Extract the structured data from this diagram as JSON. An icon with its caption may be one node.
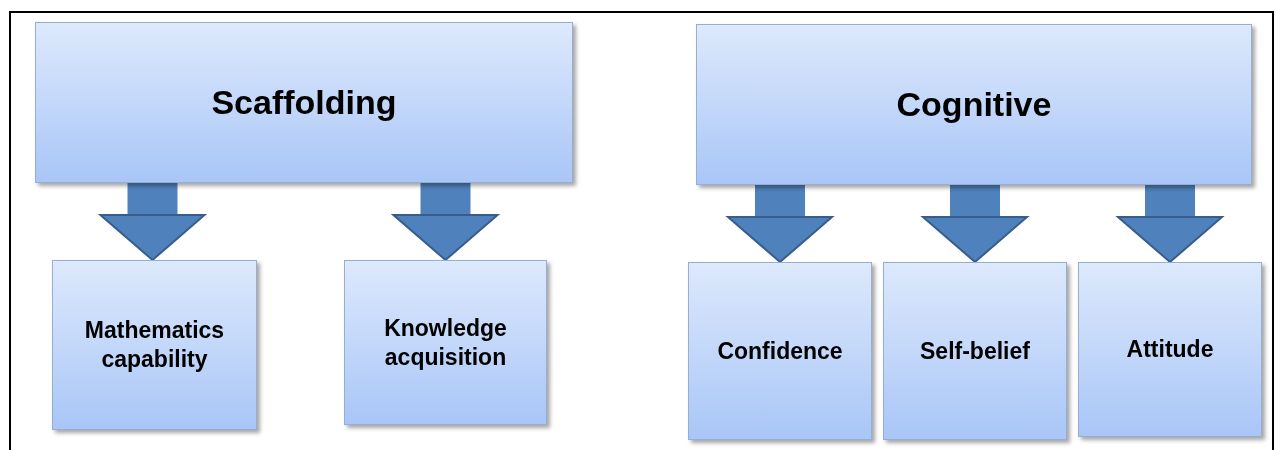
{
  "diagram": {
    "nodes": [
      {
        "text": [
          "Scaffolding"
        ]
      },
      {
        "text": [
          "Cognitive"
        ]
      },
      {
        "text": [
          "Mathematics capability"
        ]
      },
      {
        "text": [
          "Knowledge acquisition"
        ]
      },
      {
        "text": [
          "Confidence"
        ]
      },
      {
        "text": [
          "Self-belief"
        ]
      },
      {
        "text": [
          "Attitude"
        ]
      }
    ],
    "edges": [
      {
        "from": 0,
        "to": 2,
        "arrow": "to"
      },
      {
        "from": 0,
        "to": 3,
        "arrow": "to"
      },
      {
        "from": 1,
        "to": 4,
        "arrow": "to"
      },
      {
        "from": 1,
        "to": 5,
        "arrow": "to"
      },
      {
        "from": 1,
        "to": 6,
        "arrow": "to"
      }
    ]
  }
}
